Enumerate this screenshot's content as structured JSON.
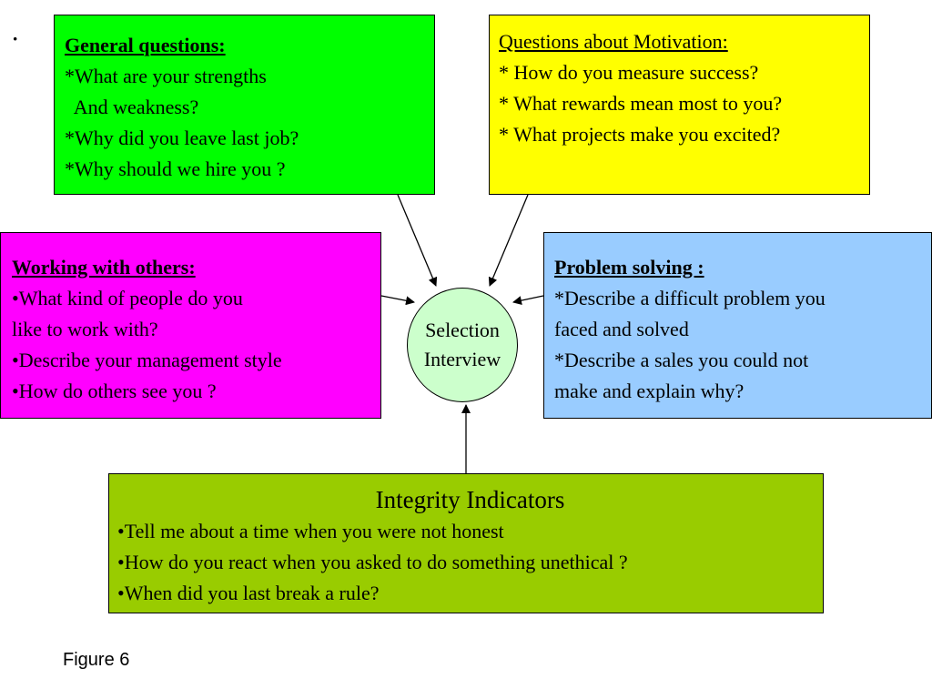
{
  "colors": {
    "general": "#00ff00",
    "motivation": "#ffff00",
    "working": "#ff00ff",
    "problem": "#99ccff",
    "integrity": "#99cc00",
    "center": "#ccffcc"
  },
  "bullet": "·",
  "general": {
    "title": "General questions:",
    "lines": [
      "*What are your strengths",
      "  And weakness?",
      "*Why did you leave last job?",
      "*Why should we hire you ?"
    ]
  },
  "motivation": {
    "title": "Questions about Motivation:",
    "lines": [
      "* How do you measure success?",
      "* What rewards mean most to you?",
      "* What projects make you excited?"
    ]
  },
  "working": {
    "title": "Working with others:",
    "lines": [
      "•What kind of people do you",
      "like to work with?",
      "•Describe your management style",
      "•How do others see you ?"
    ]
  },
  "problem": {
    "title": "Problem solving :",
    "lines": [
      "*Describe a difficult problem you",
      "faced and solved",
      "*Describe a sales you could not",
      "make and explain why?"
    ]
  },
  "center": {
    "line1": "Selection",
    "line2": "Interview"
  },
  "integrity": {
    "title": "Integrity Indicators",
    "lines": [
      "•Tell me about a time when you were not honest",
      "•How do you react when you asked to do something unethical ?",
      "•When did you last break a rule?"
    ]
  },
  "caption": "Figure 6"
}
